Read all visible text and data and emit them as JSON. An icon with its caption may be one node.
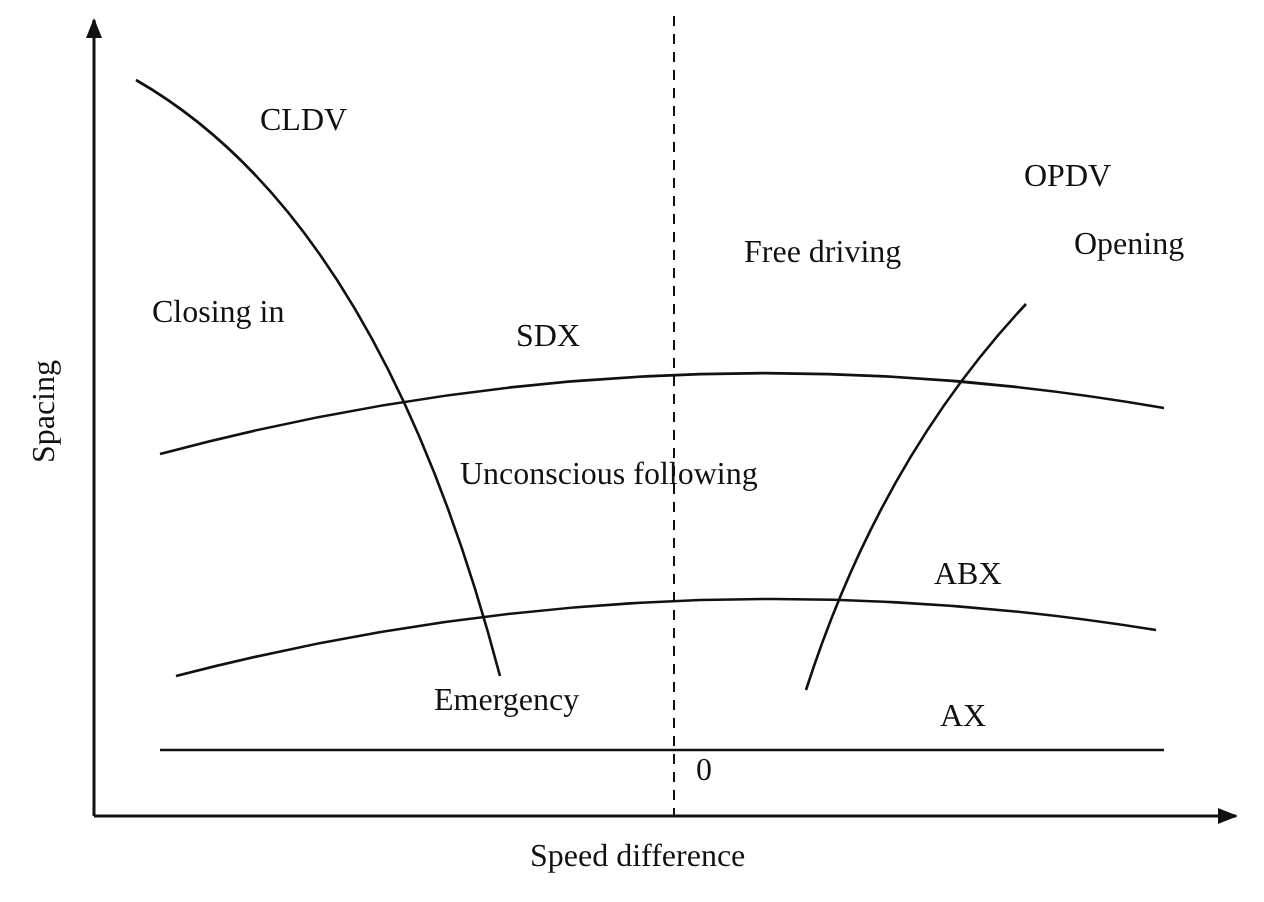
{
  "diagram": {
    "labels": [
      "CLDV",
      "Free driving",
      "OPDV",
      "Closing in",
      "Opening",
      "SDX",
      "Unconscious following",
      "ABX",
      "Emergency",
      "AX",
      "0",
      "Spacing",
      "Speed difference"
    ]
  }
}
